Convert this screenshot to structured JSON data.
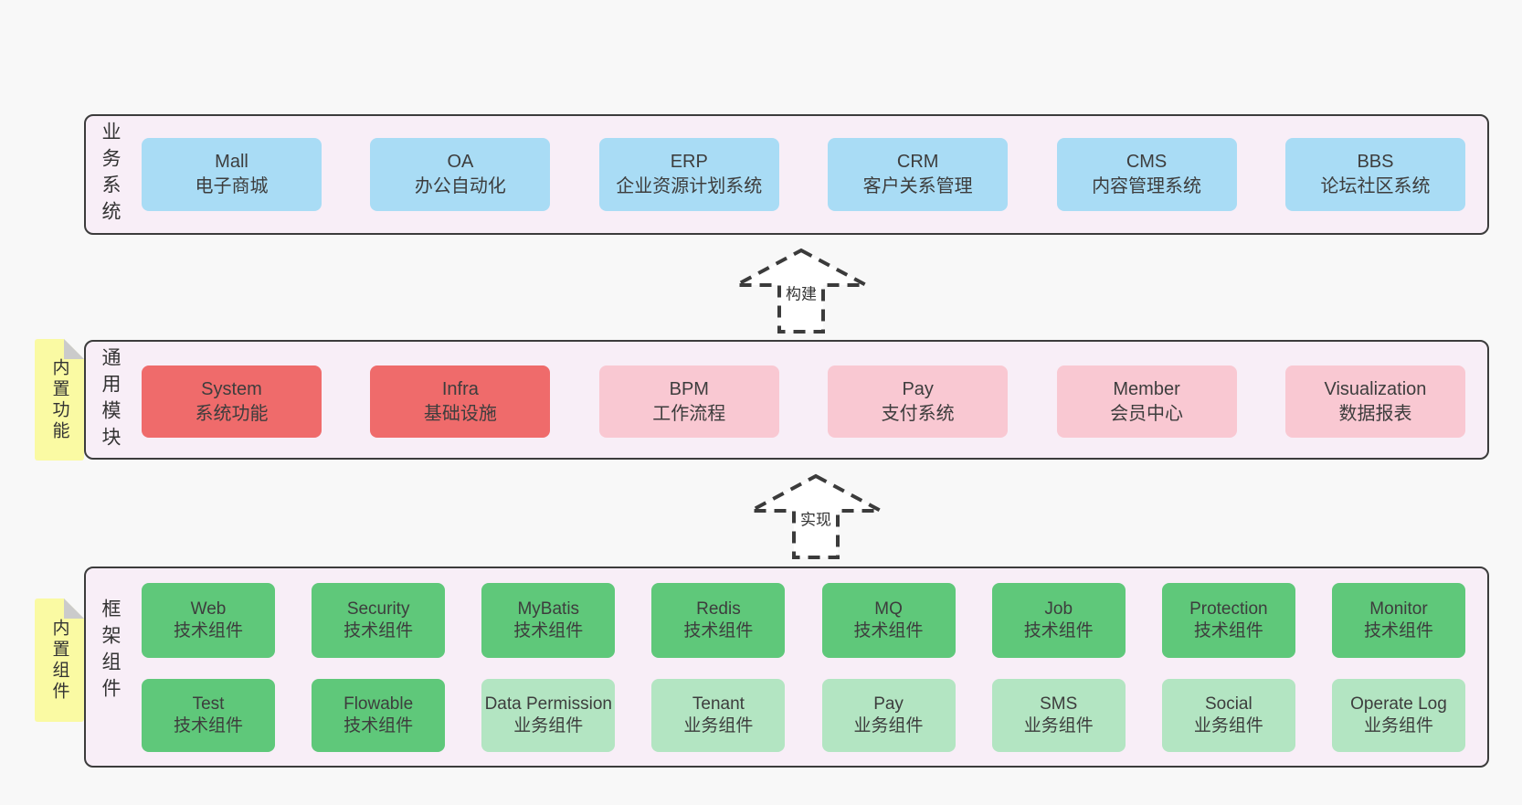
{
  "colors": {
    "page_bg": "#f8f8f8",
    "container_bg": "#f8eef7",
    "border_dark": "#3c3c3c",
    "blue": "#a9dcf5",
    "red": "#ef6b6b",
    "pink": "#f9c8d2",
    "green_dark": "#5fc87a",
    "green_light": "#b3e5c2",
    "yellow": "#fafaa3",
    "fold_gray": "#cbcbcb",
    "text": "#3d3d3d"
  },
  "sections": {
    "business": {
      "label": "业务系统",
      "items": [
        {
          "title": "Mall",
          "subtitle": "电子商城",
          "variant": "blue"
        },
        {
          "title": "OA",
          "subtitle": "办公自动化",
          "variant": "blue"
        },
        {
          "title": "ERP",
          "subtitle": "企业资源计划系统",
          "variant": "blue"
        },
        {
          "title": "CRM",
          "subtitle": "客户关系管理",
          "variant": "blue"
        },
        {
          "title": "CMS",
          "subtitle": "内容管理系统",
          "variant": "blue"
        },
        {
          "title": "BBS",
          "subtitle": "论坛社区系统",
          "variant": "blue"
        }
      ]
    },
    "modules": {
      "label": "通用模块",
      "note": "内置功能",
      "items": [
        {
          "title": "System",
          "subtitle": "系统功能",
          "variant": "red"
        },
        {
          "title": "Infra",
          "subtitle": "基础设施",
          "variant": "red"
        },
        {
          "title": "BPM",
          "subtitle": "工作流程",
          "variant": "pink"
        },
        {
          "title": "Pay",
          "subtitle": "支付系统",
          "variant": "pink"
        },
        {
          "title": "Member",
          "subtitle": "会员中心",
          "variant": "pink"
        },
        {
          "title": "Visualization",
          "subtitle": "数据报表",
          "variant": "pink"
        }
      ]
    },
    "components": {
      "label": "框架组件",
      "note": "内置组件",
      "rows": [
        [
          {
            "title": "Web",
            "subtitle": "技术组件",
            "variant": "green"
          },
          {
            "title": "Security",
            "subtitle": "技术组件",
            "variant": "green"
          },
          {
            "title": "MyBatis",
            "subtitle": "技术组件",
            "variant": "green"
          },
          {
            "title": "Redis",
            "subtitle": "技术组件",
            "variant": "green"
          },
          {
            "title": "MQ",
            "subtitle": "技术组件",
            "variant": "green"
          },
          {
            "title": "Job",
            "subtitle": "技术组件",
            "variant": "green"
          },
          {
            "title": "Protection",
            "subtitle": "技术组件",
            "variant": "green"
          },
          {
            "title": "Monitor",
            "subtitle": "技术组件",
            "variant": "green"
          }
        ],
        [
          {
            "title": "Test",
            "subtitle": "技术组件",
            "variant": "green"
          },
          {
            "title": "Flowable",
            "subtitle": "技术组件",
            "variant": "green"
          },
          {
            "title": "Data Permission",
            "subtitle": "业务组件",
            "variant": "green-light"
          },
          {
            "title": "Tenant",
            "subtitle": "业务组件",
            "variant": "green-light"
          },
          {
            "title": "Pay",
            "subtitle": "业务组件",
            "variant": "green-light"
          },
          {
            "title": "SMS",
            "subtitle": "业务组件",
            "variant": "green-light"
          },
          {
            "title": "Social",
            "subtitle": "业务组件",
            "variant": "green-light"
          },
          {
            "title": "Operate Log",
            "subtitle": "业务组件",
            "variant": "green-light"
          }
        ]
      ]
    }
  },
  "arrows": {
    "build": {
      "label": "构建"
    },
    "implement": {
      "label": "实现"
    }
  }
}
